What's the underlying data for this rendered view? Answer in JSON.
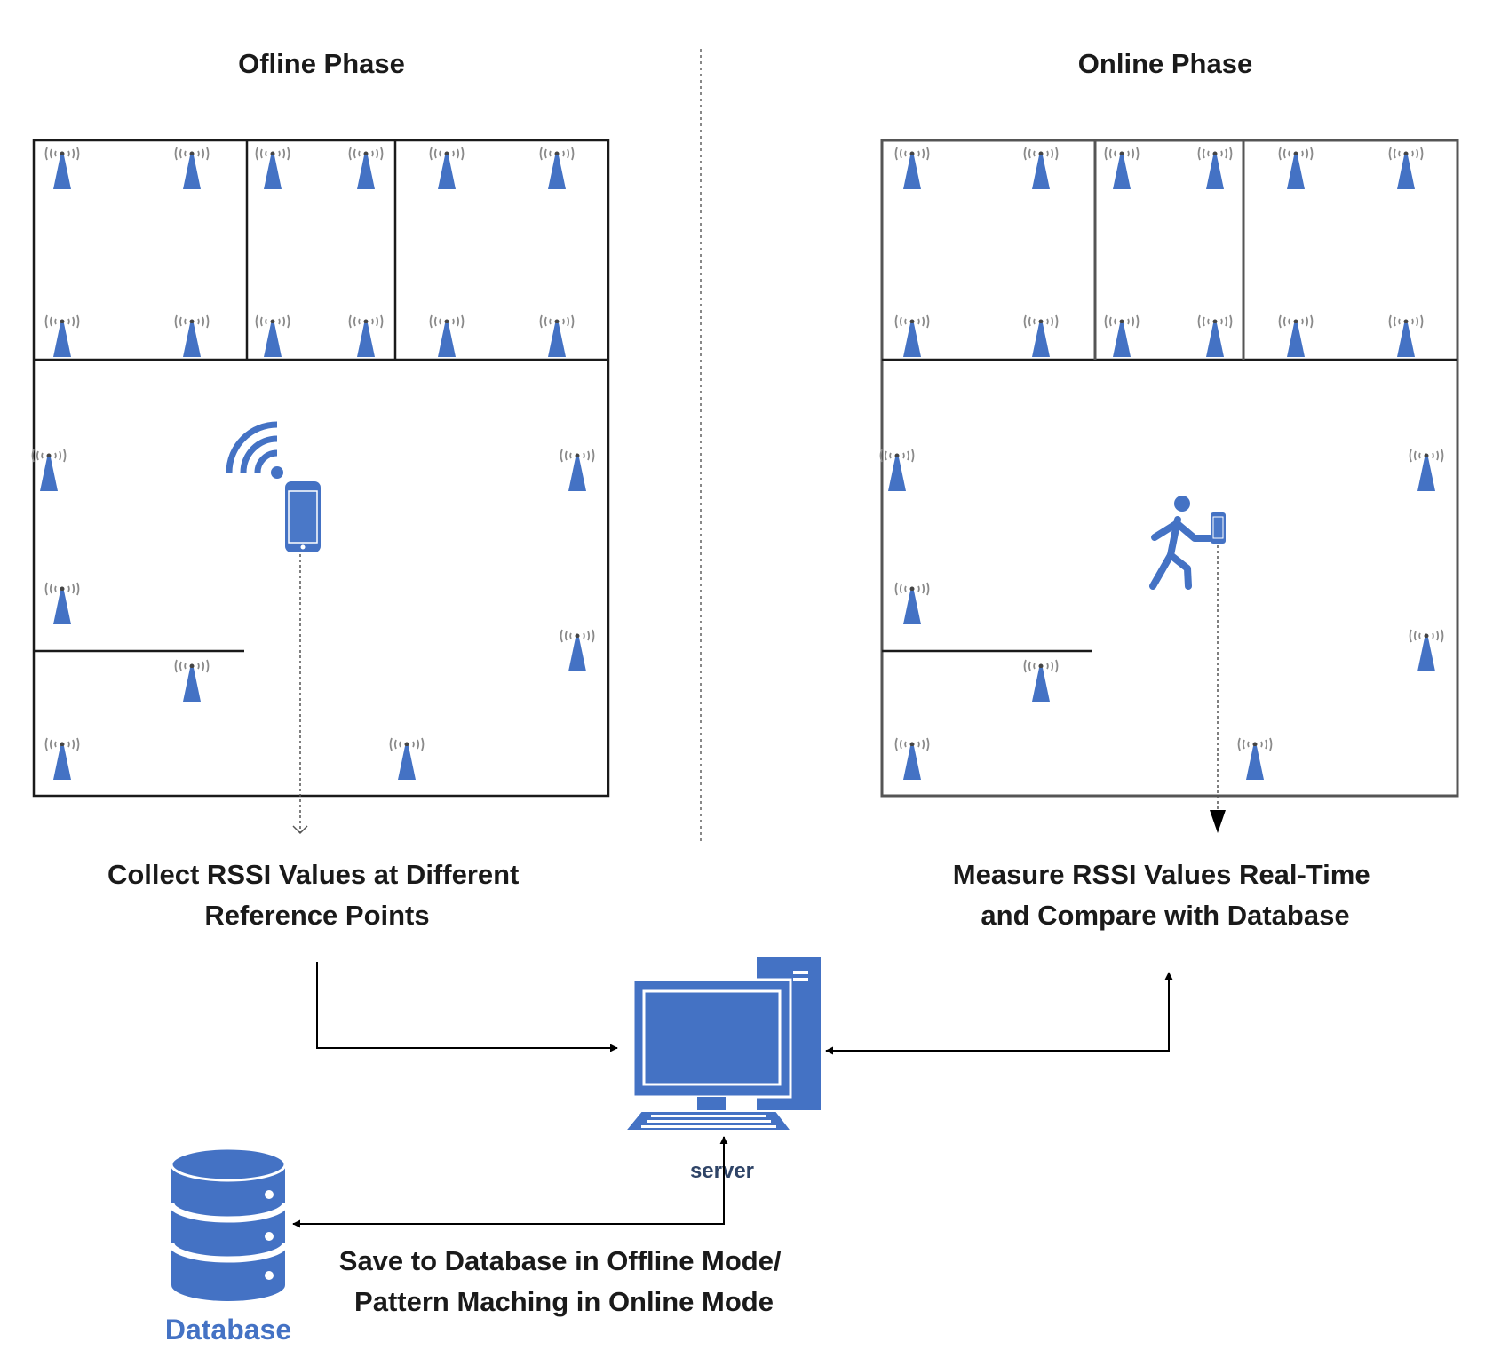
{
  "diagram": {
    "offline_title": "Ofline Phase",
    "online_title": "Online Phase",
    "collect_lines": [
      "Collect RSSI Values at Different",
      "Reference Points"
    ],
    "measure_lines": [
      "Measure RSSI Values Real-Time",
      "and Compare with Database"
    ],
    "save_lines": [
      "Save to Database in Offline Mode/",
      "Pattern Maching in Online Mode"
    ],
    "server_label": "server",
    "database_label": "Database",
    "colors": {
      "accent": "#4472C4",
      "text": "#1a1a1a",
      "line": "#000000"
    },
    "icons": {
      "access_point": "wifi-tower-icon",
      "phone": "smartphone-icon",
      "signal": "wifi-signal-icon",
      "person": "walking-person-icon",
      "server": "desktop-computer-icon",
      "database": "database-icon"
    }
  }
}
